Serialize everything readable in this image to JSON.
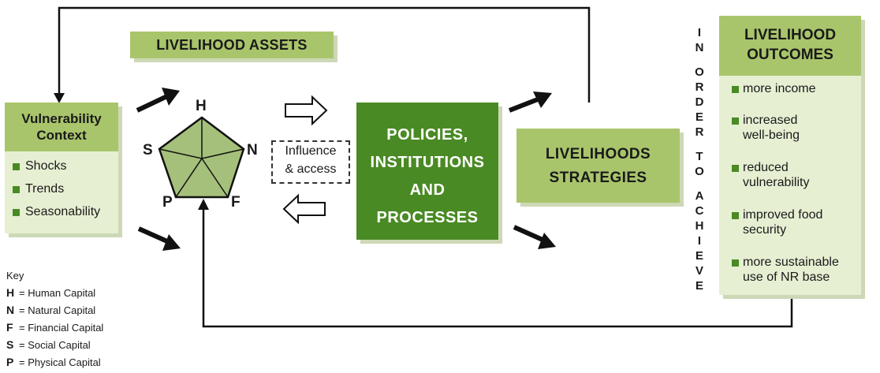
{
  "vulnerability_context": {
    "title": "Vulnerability Context",
    "items": [
      "Shocks",
      "Trends",
      "Seasonability"
    ]
  },
  "livelihood_assets": {
    "title": "LIVELIHOOD ASSETS",
    "pentagon_labels": {
      "h": "H",
      "n": "N",
      "f": "F",
      "p": "P",
      "s": "S"
    }
  },
  "influence_access": {
    "line1": "Influence",
    "line2": "& access"
  },
  "policies": {
    "line1": "POLICIES,",
    "line2": "INSTITUTIONS",
    "line3": "AND",
    "line4": "PROCESSES"
  },
  "strategies": {
    "line1": "LIVELIHOODS",
    "line2": "STRATEGIES"
  },
  "vertical_text": [
    "I",
    "N",
    "O",
    "R",
    "D",
    "E",
    "R",
    "T",
    "O",
    "A",
    "C",
    "H",
    "I",
    "E",
    "V",
    "E"
  ],
  "outcomes": {
    "title_line1": "LIVELIHOOD",
    "title_line2": "OUTCOMES",
    "items": [
      {
        "line1": "more income",
        "line2": ""
      },
      {
        "line1": "increased",
        "line2": "well-being"
      },
      {
        "line1": "reduced",
        "line2": "vulnerability"
      },
      {
        "line1": "improved food",
        "line2": "security"
      },
      {
        "line1": "more sustainable",
        "line2": "use of NR base"
      }
    ]
  },
  "key": {
    "title": "Key",
    "entries": [
      {
        "letter": "H",
        "text": "= Human Capital"
      },
      {
        "letter": "N",
        "text": "= Natural Capital"
      },
      {
        "letter": "F",
        "text": "= Financial Capital"
      },
      {
        "letter": "S",
        "text": "= Social Capital"
      },
      {
        "letter": "P",
        "text": "= Physical Capital"
      }
    ]
  },
  "colors": {
    "dark_green": "#4a8a24",
    "mid_green": "#a9c56b",
    "light_green": "#e6efd2",
    "pentagon_fill": "#a5c07a"
  }
}
